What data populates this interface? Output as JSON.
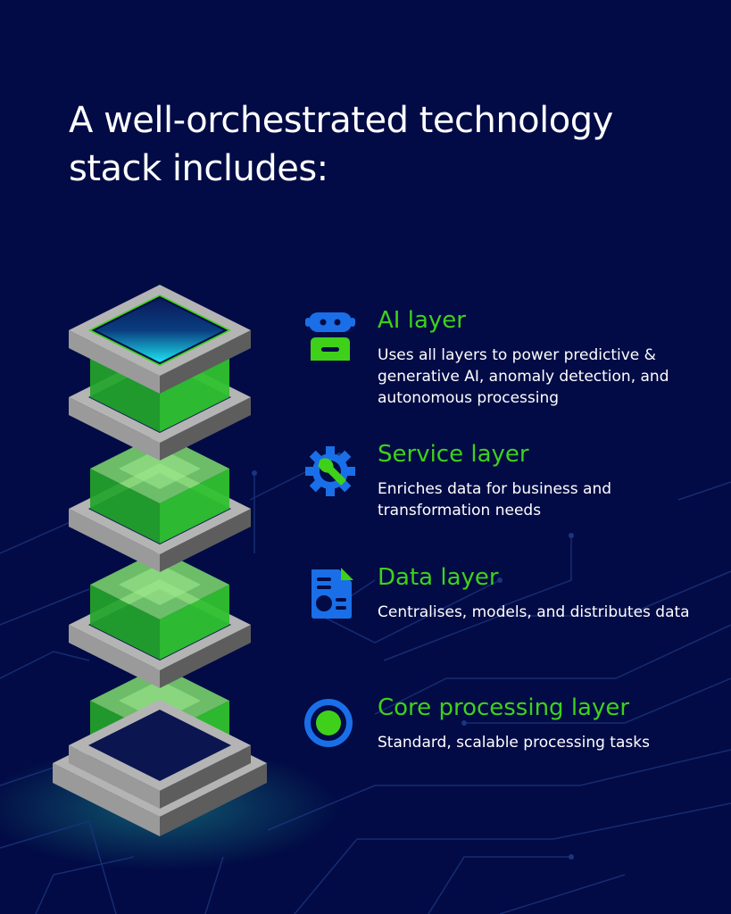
{
  "title": "A well-orchestrated technology stack includes:",
  "colors": {
    "background": "#020b45",
    "accent_green": "#3fd11a",
    "accent_blue": "#1a6fe8",
    "text": "#ffffff"
  },
  "layers": [
    {
      "icon": "robot-icon",
      "title": "AI layer",
      "description": "Uses all layers to power predictive & generative AI, anomaly detection, and autonomous processing"
    },
    {
      "icon": "gear-wrench-icon",
      "title": "Service layer",
      "description": "Enriches data for business and transformation needs"
    },
    {
      "icon": "document-chart-icon",
      "title": "Data layer",
      "description": "Centralises, models, and distributes data"
    },
    {
      "icon": "target-circle-icon",
      "title": "Core processing layer",
      "description": "Standard, scalable processing tasks"
    }
  ]
}
